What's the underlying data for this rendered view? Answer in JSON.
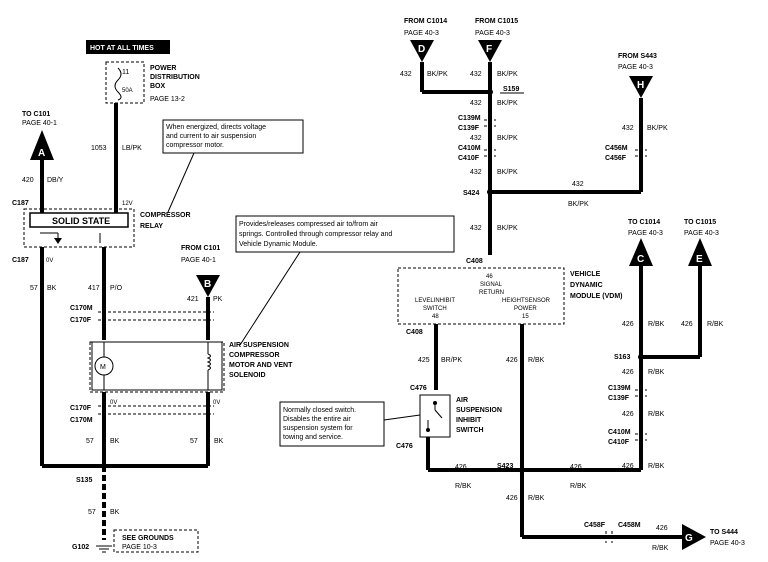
{
  "header": {
    "hot_at_all_times": "HOT AT ALL TIMES"
  },
  "pdb": {
    "fuse_num": "11",
    "fuse_amp": "50A",
    "label_1": "POWER",
    "label_2": "DISTRIBUTION",
    "label_3": "BOX",
    "page": "PAGE 13-2"
  },
  "notes": {
    "relay_note": [
      "When energized, directs voltage",
      "and current to air suspension",
      "compressor motor."
    ],
    "module_note": [
      "Provides/releases compressed air to/from air",
      "springs. Controlled through compressor relay and",
      "Vehicle Dynamic Module."
    ],
    "switch_note": [
      "Normally closed switch.",
      "Disables the entire air",
      "suspension system for",
      "towing and service."
    ]
  },
  "relay": {
    "inner_label": "SOLID STATE",
    "name_1": "COMPRESSOR",
    "name_2": "RELAY",
    "pin_top": "12V",
    "pin_bottom": "0V"
  },
  "compressor": {
    "name_1": "AIR SUSPENSION",
    "name_2": "COMPRESSOR",
    "name_3": "MOTOR AND VENT",
    "name_4": "SOLENOID",
    "motor_symbol": "M",
    "pin_0v": "0V"
  },
  "inhibit_switch": {
    "name_1": "AIR",
    "name_2": "SUSPENSION",
    "name_3": "INHIBIT",
    "name_4": "SWITCH"
  },
  "vdm": {
    "name_1": "VEHICLE",
    "name_2": "DYNAMIC",
    "name_3": "MODULE (VDM)",
    "pin_top_num": "46",
    "pin_top_1": "SIGNAL",
    "pin_top_2": "RETURN",
    "pin_left_1": "LEVELINHIBIT",
    "pin_left_2": "SWITCH",
    "pin_left_num": "48",
    "pin_right_1": "HEIGHTSENSOR",
    "pin_right_2": "POWER",
    "pin_right_num": "15"
  },
  "refs": {
    "a": {
      "letter": "A",
      "to": "TO C101",
      "page": "PAGE 40-1"
    },
    "b": {
      "letter": "B",
      "from": "FROM C101",
      "page": "PAGE 40-1"
    },
    "c": {
      "letter": "C",
      "to": "TO C1014",
      "page": "PAGE 40-3"
    },
    "d": {
      "letter": "D",
      "from": "FROM C1014",
      "page": "PAGE 40-3"
    },
    "e": {
      "letter": "E",
      "to": "TO C1015",
      "page": "PAGE 40-3"
    },
    "f": {
      "letter": "F",
      "from": "FROM C1015",
      "page": "PAGE 40-3"
    },
    "g": {
      "letter": "G",
      "to": "TO S444",
      "page": "PAGE 40-3"
    },
    "h": {
      "letter": "H",
      "from": "FROM S443",
      "page": "PAGE 40-3"
    }
  },
  "ground": {
    "see_1": "SEE GROUNDS",
    "see_2": "PAGE 10-3",
    "name": "G102"
  },
  "connectors": {
    "c187a": "C187",
    "c187b": "C187",
    "c170m_a": "C170M",
    "c170f_a": "C170F",
    "c170f_b": "C170F",
    "c170m_b": "C170M",
    "s135": "S135",
    "s159": "S159",
    "c139m_a": "C139M",
    "c139f_a": "C139F",
    "c410m_a": "C410M",
    "c410f_a": "C410F",
    "s424": "S424",
    "c408a": "C408",
    "c408b": "C408",
    "c476a": "C476",
    "c476b": "C476",
    "s423": "S423",
    "c456m": "C456M",
    "c456f": "C456F",
    "s163": "S163",
    "c139m_b": "C139M",
    "c139f_b": "C139F",
    "c410m_b": "C410M",
    "c410f_b": "C410F",
    "c458f": "C458F",
    "c458m": "C458M"
  },
  "wires": [
    {
      "num": "420",
      "color": "DB/Y"
    },
    {
      "num": "1053",
      "color": "LB/PK"
    },
    {
      "num": "57",
      "color": "BK"
    },
    {
      "num": "417",
      "color": "P/O"
    },
    {
      "num": "421",
      "color": "PK"
    },
    {
      "num": "57",
      "color": "BK"
    },
    {
      "num": "57",
      "color": "BK"
    },
    {
      "num": "57",
      "color": "BK"
    },
    {
      "num": "432",
      "color": "BK/PK"
    },
    {
      "num": "432",
      "color": "BK/PK"
    },
    {
      "num": "432",
      "color": "BK/PK"
    },
    {
      "num": "432",
      "color": "BK/PK"
    },
    {
      "num": "432",
      "color": "BK/PK"
    },
    {
      "num": "432",
      "color": "BK/PK"
    },
    {
      "num": "432",
      "color": "BK/PK"
    },
    {
      "num": "432",
      "color": "BK/PK"
    },
    {
      "num": "425",
      "color": "BR/PK"
    },
    {
      "num": "426",
      "color": "R/BK"
    },
    {
      "num": "426",
      "color": "R/BK"
    },
    {
      "num": "426",
      "color": "R/BK"
    },
    {
      "num": "426",
      "color": "R/BK"
    },
    {
      "num": "426",
      "color": "R/BK"
    },
    {
      "num": "426",
      "color": "R/BK"
    },
    {
      "num": "426",
      "color": "R/BK"
    },
    {
      "num": "426",
      "color": "R/BK"
    },
    {
      "num": "426",
      "color": "R/BK"
    },
    {
      "num": "426",
      "color": "R/BK"
    },
    {
      "num": "426",
      "color": "R/BK"
    }
  ]
}
